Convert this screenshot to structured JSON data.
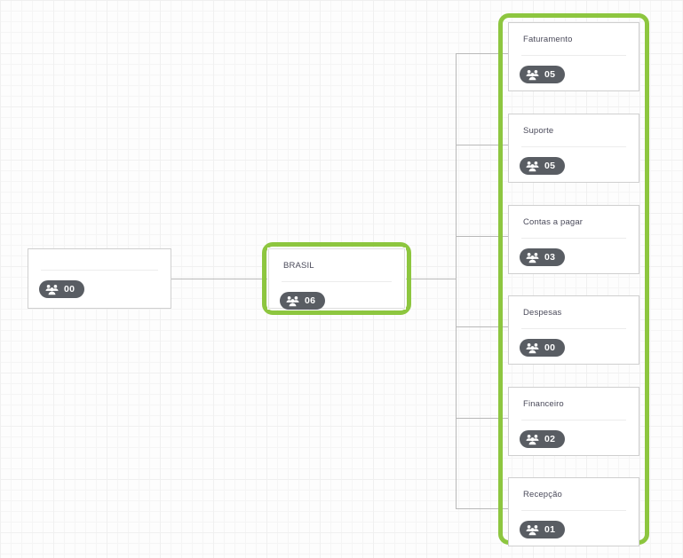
{
  "canvas": {
    "accent_color": "#8dc63f",
    "badge_color": "#595d63",
    "line_color": "#b9b9b9",
    "badge_icon": "users-group-icon"
  },
  "nodes": {
    "root": {
      "title": "",
      "count": "00",
      "selected": false
    },
    "brasil": {
      "title": "BRASIL",
      "count": "06",
      "selected": true
    },
    "departments": [
      {
        "title": "Faturamento",
        "count": "05"
      },
      {
        "title": "Suporte",
        "count": "05"
      },
      {
        "title": "Contas a pagar",
        "count": "03"
      },
      {
        "title": "Despesas",
        "count": "00"
      },
      {
        "title": "Financeiro",
        "count": "02"
      },
      {
        "title": "Recepção",
        "count": "01"
      }
    ]
  }
}
